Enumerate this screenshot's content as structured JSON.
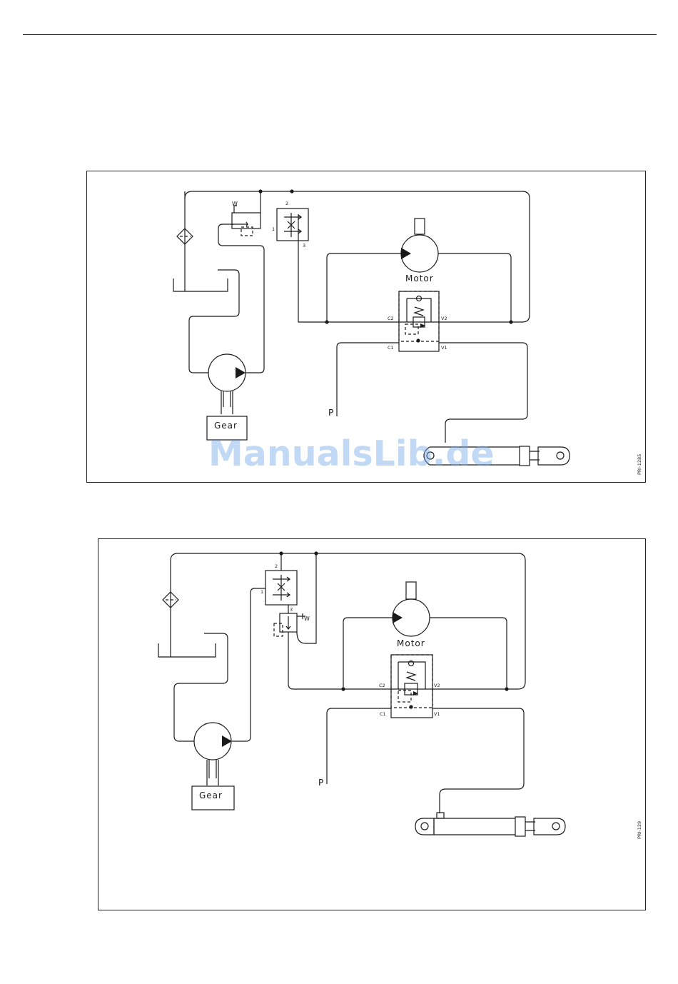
{
  "diagrams": [
    {
      "labels": {
        "motor": "Motor",
        "gear": "Gear",
        "pressure_port": "P",
        "port_c2": "C2",
        "port_v2": "V2",
        "port_c1": "C1",
        "port_v1": "V1",
        "valve_port_1": "1",
        "valve_port_2": "2",
        "valve_port_3": "3",
        "valve_w": "W",
        "figure_code": "PRI-1285"
      }
    },
    {
      "labels": {
        "motor": "Motor",
        "gear": "Gear",
        "pressure_port": "P",
        "port_c2": "C2",
        "port_v2": "V2",
        "port_c1": "C1",
        "port_v1": "V1",
        "valve_port_1": "1",
        "valve_port_2": "2",
        "valve_port_3": "3",
        "valve_w": "W",
        "figure_code": "PRI-129"
      }
    }
  ],
  "watermark": "ManualsLib.de"
}
